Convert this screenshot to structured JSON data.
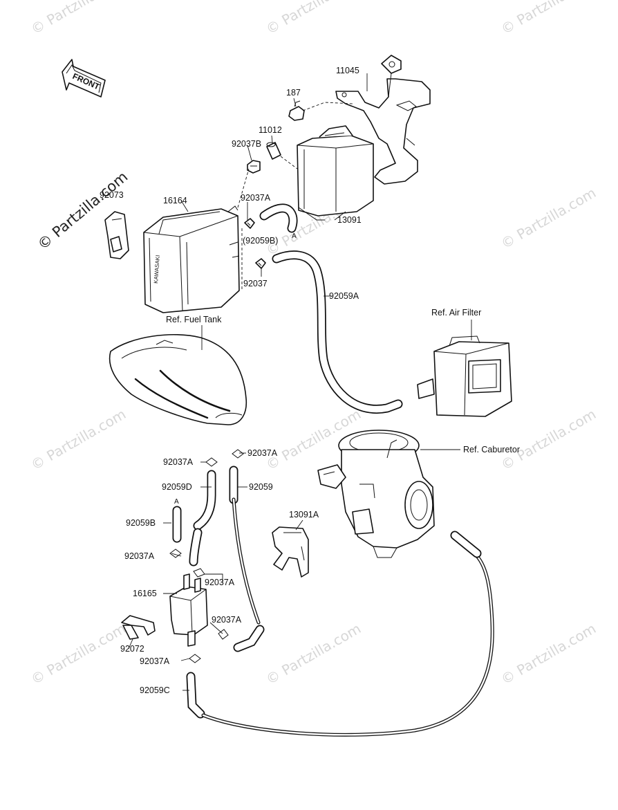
{
  "front_label": "FRONT",
  "watermark": "© Partzilla.com",
  "parts": {
    "p11045": "11045",
    "p187": "187",
    "p11012": "11012",
    "p92037B": "92037B",
    "p13091": "13091",
    "p16164": "16164",
    "p92073": "92073",
    "p92037A_top": "92037A",
    "p92059B_ref": "(92059B)",
    "p92037": "92037",
    "p92059A": "92059A",
    "ref_fuel_tank": "Ref. Fuel Tank",
    "ref_air_filter": "Ref. Air Filter",
    "ref_caburetor": "Ref. Caburetor",
    "p92037A_r1": "92037A",
    "p92037A_l1": "92037A",
    "p92059D": "92059D",
    "p92059": "92059",
    "p13091A": "13091A",
    "marker_a": "A",
    "p92059B": "92059B",
    "p92037A_l2": "92037A",
    "p92037A_r2": "92037A",
    "p16165": "16165",
    "p92037A_r3": "92037A",
    "p92072": "92072",
    "p92037A_l3": "92037A",
    "p92059C": "92059C"
  }
}
